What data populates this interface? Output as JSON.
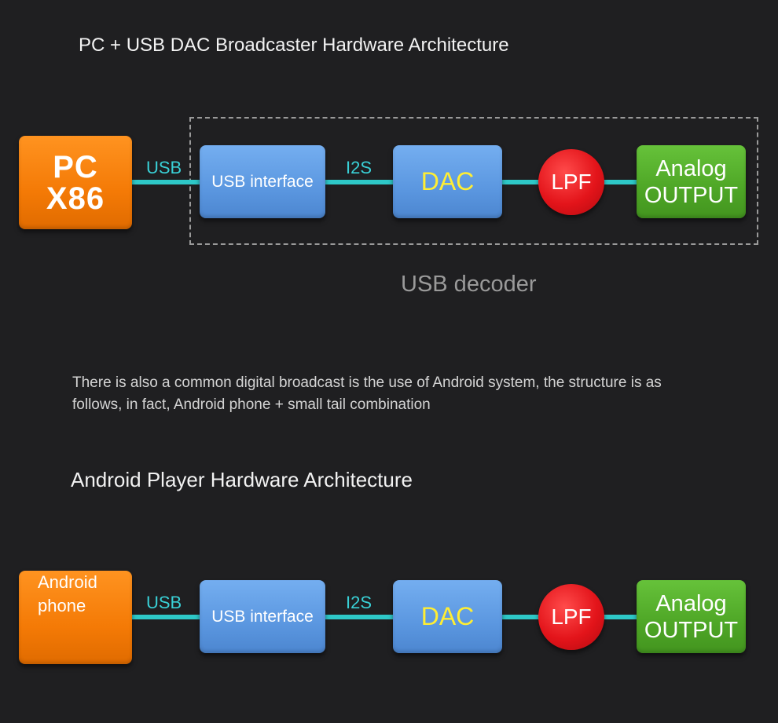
{
  "pc_section": {
    "title": "PC + USB DAC Broadcaster Hardware Architecture",
    "source": {
      "line1": "PC",
      "line2": "X86"
    },
    "link1_label": "USB",
    "usb_interface": "USB interface",
    "link2_label": "I2S",
    "dac": "DAC",
    "lpf": "LPF",
    "output": {
      "line1": "Analog",
      "line2": "OUTPUT"
    },
    "group_label": "USB decoder"
  },
  "description": "There is also a common digital broadcast is the use of Android system, the structure is as follows, in fact, Android phone + small tail combination",
  "android_section": {
    "title": "Android Player Hardware Architecture",
    "source": {
      "line1": "Android",
      "line2": "phone"
    },
    "link1_label": "USB",
    "usb_interface": "USB interface",
    "link2_label": "I2S",
    "dac": "DAC",
    "lpf": "LPF",
    "output": {
      "line1": "Analog",
      "line2": "OUTPUT"
    }
  },
  "colors": {
    "background": "#1f1f21",
    "source_box": "#f47a06",
    "module_box": "#5b97e0",
    "lpf_circle": "#e3141a",
    "output_box": "#4ea626",
    "connector": "#2ec8c8",
    "dac_text": "#ffee33"
  }
}
